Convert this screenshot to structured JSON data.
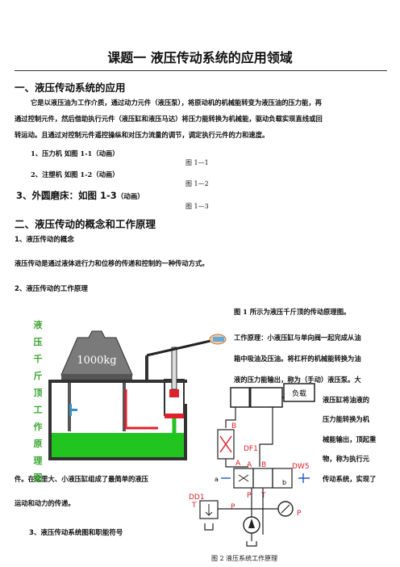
{
  "title": "课题一    液压传动系统的应用领域",
  "section1": {
    "heading": "一、液压传动系统的应用",
    "para_lines": [
      "它是以液压油为工作介质，通过动力元件（液压泵），将原动机的机械能转变为液压油的压力能，再",
      "通过控制元件，然后借助执行元件（液压缸和液压马达）将压力能转换为机械能，驱动负载实现直线或回",
      "转运动。且通过对控制元件遥控操纵和对压力流量的调节，调定执行元件的力和速度。"
    ],
    "item1": "1、压力机  如图 1-1（动画）",
    "fig1": "图 1—1",
    "item2": "2、注塑机  如图 1-2（动画）",
    "fig2": "图 1—2",
    "item3_main": "3、外圆磨床：如图 1-3",
    "item3_suffix": "（动画）",
    "fig3": "图 1—3"
  },
  "section2": {
    "heading": "二、液压传动的概念和工作原理",
    "sub1": "1、液压传动的概念",
    "concept": "液压传动是通过液体进行力和位移的传递和控制的一种传动方式。",
    "sub2": "2、液压传动的工作原理",
    "right_lines": [
      "图 1 所示为液压千斤顶的传动原理图。",
      "工作原理：小液压缸与单向阀一起完成从油",
      "箱中吸油及压油。将杠杆的机械能转换为油",
      "液的压力能输出，称为（手动）液压泵。大"
    ],
    "right_narrow_lines": [
      "液压缸将油液的",
      "压力能转换为机",
      "械能输出，顶起重",
      "物，称为执行元",
      "传动系统，实现了"
    ],
    "left_line1": "件。在这里大、小液压缸组成了最简单的液压",
    "left_line2": "运动和动力的传递。",
    "sub3": "3、液压传动系统图和职能符号",
    "vertical_label": [
      "液",
      "压",
      "千",
      "斤",
      "顶",
      "工",
      "作",
      "原",
      "理",
      "图"
    ],
    "weight_label": "1000kg",
    "fig2_caption": "图 2  液压系统工作原理"
  },
  "schematic": {
    "load": "负载",
    "label_b1": "B",
    "label_df1": "DF1",
    "label_a1": "A",
    "label_a2": "A",
    "label_b2": "B",
    "label_dw5": "DW5",
    "label_a_small": "a",
    "label_b_small": "b",
    "label_p1": "P",
    "label_t1": "T",
    "label_dd1": "DD1",
    "label_t2": "T",
    "label_p2": "P",
    "label_p3": "P"
  },
  "colors": {
    "green": "#3aa630",
    "red": "#e0202a",
    "oil": "#22c520"
  }
}
